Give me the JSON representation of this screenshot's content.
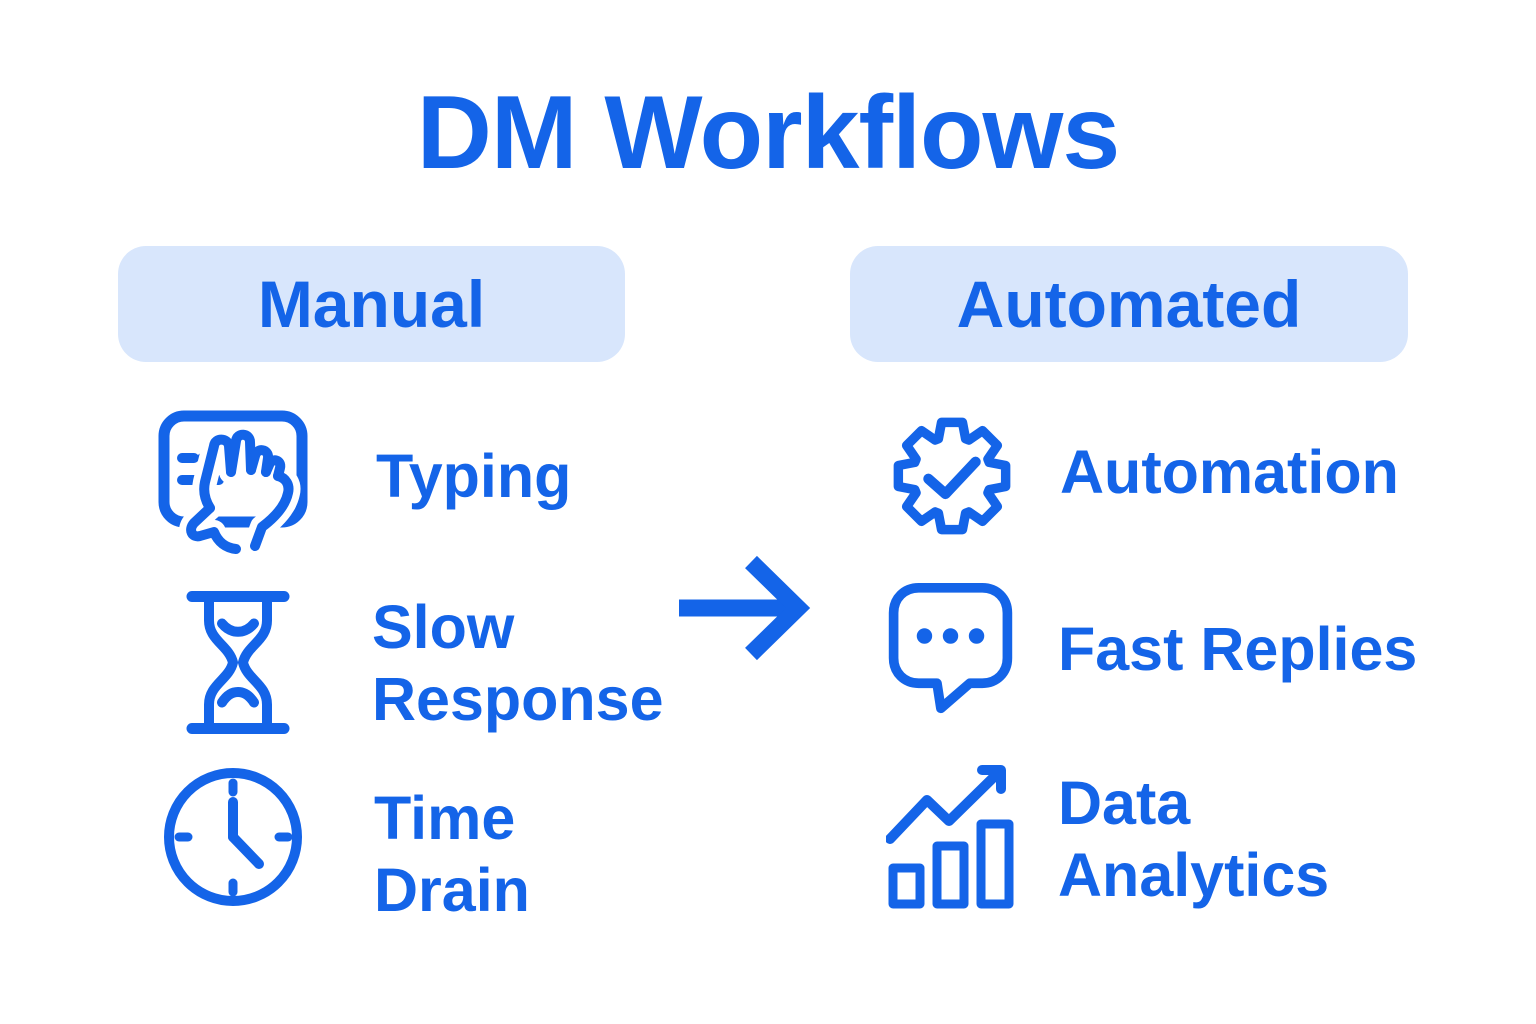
{
  "colors": {
    "accent": "#1464E8",
    "pill_background": "#D8E6FC",
    "page_background": "#FFFFFF"
  },
  "title": "DM Workflows",
  "columns": {
    "manual": {
      "header": "Manual",
      "items": [
        {
          "icon": "typing-hand-icon",
          "label": "Typing",
          "lines": [
            "Typing"
          ]
        },
        {
          "icon": "hourglass-icon",
          "label": "Slow Response",
          "lines": [
            "Slow",
            "Response"
          ]
        },
        {
          "icon": "clock-icon",
          "label": "Time Drain",
          "lines": [
            "Time",
            "Drain"
          ]
        }
      ]
    },
    "automated": {
      "header": "Automated",
      "items": [
        {
          "icon": "gear-check-icon",
          "label": "Automation",
          "lines": [
            "Automation"
          ]
        },
        {
          "icon": "chat-dots-icon",
          "label": "Fast Replies",
          "lines": [
            "Fast Replies"
          ]
        },
        {
          "icon": "bar-chart-growth-icon",
          "label": "Data Analytics",
          "lines": [
            "Data",
            "Analytics"
          ]
        }
      ]
    }
  },
  "connector": {
    "icon": "arrow-right-icon"
  }
}
